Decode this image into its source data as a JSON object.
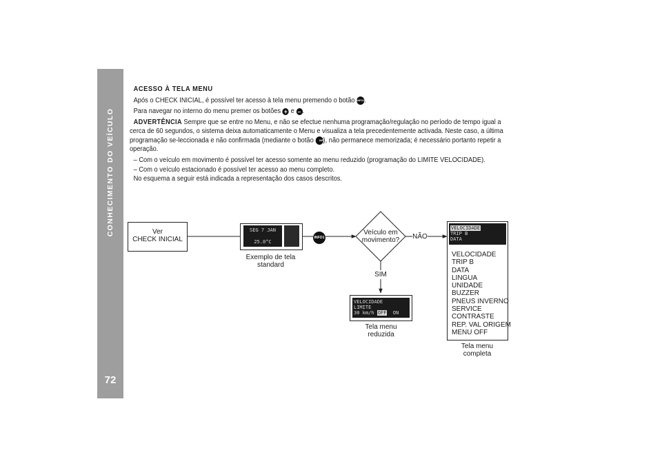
{
  "sidebar": {
    "title": "CONHECIMENTO DO VEÍCULO",
    "page_number": "72"
  },
  "content": {
    "heading": "ACESSO À TELA MENU",
    "p1_a": "Após o CHECK INICIAL, é possível ter acesso à tela menu premendo o botão ",
    "p1_b": ".",
    "p2_a": "Para navegar no interno do menu premer os botões ",
    "p2_mid": " e ",
    "p2_b": ".",
    "warning_word": "ADVERTÊNCIA",
    "warning_a": " Sempre que se entre no Menu, e não se efectue nenhuma programação/regulação no período de tempo igual a cerca de 60 segundos, o sistema deixa automaticamente o Menu e visualiza a tela precedentemente activada. Neste caso, a última programação se-leccionada e não confirmada (mediante o botão ",
    "warning_b": "), não permanece memorizada; é necessário portanto repetir a operação.",
    "bullet1": "– Com o veículo em movimento é possível ter acesso somente ao menu reduzido (programação do LIMITE VELOCIDADE).",
    "bullet2": "– Com o veículo estacionado é possível ter acesso ao menu completo.",
    "p_last": "No esquema a seguir está indicada a representação dos casos descritos.",
    "info_label": "INFO1",
    "plus_label": "+",
    "minus_label": "–"
  },
  "diagram": {
    "check_box": {
      "line1": "Ver",
      "line2": "CHECK INICIAL"
    },
    "standard_display": {
      "line1": "SEG 7 JAN",
      "line2": "25.0°C"
    },
    "standard_caption": {
      "line1": "Exemplo de tela",
      "line2": "standard"
    },
    "info_button": "INFO1",
    "decision": {
      "line1": "Veículo em",
      "line2": "movimento?"
    },
    "no_label": "NÃO",
    "yes_label": "SIM",
    "reduced_display": {
      "line1": "VELOCIDADE",
      "line2": "LIMITE",
      "line3_a": "30 km/h ",
      "line3_off": "OFF",
      "line3_on": "  ON"
    },
    "reduced_caption": {
      "line1": "Tela menu",
      "line2": "reduzida"
    },
    "full_display": {
      "line1": "VELOCIDADE",
      "line2": "TRIP B",
      "line3": "DATA"
    },
    "full_menu_items": [
      "VELOCIDADE",
      "TRIP B",
      "DATA",
      "LINGUA",
      "UNIDADE",
      "BUZZER",
      "PNEUS INVERNO",
      "SERVICE",
      "CONTRASTE",
      "REP. VAL ORIGEM",
      "MENU OFF"
    ],
    "full_caption": {
      "line1": "Tela menu",
      "line2": "completa"
    }
  }
}
